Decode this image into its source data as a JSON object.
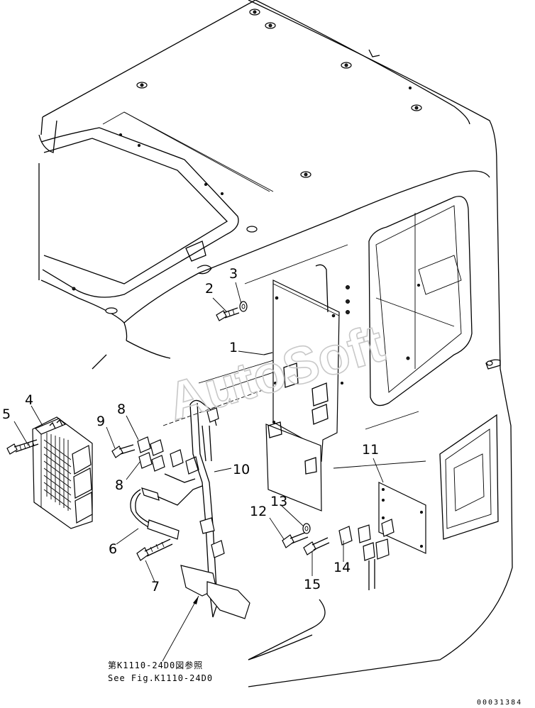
{
  "diagram": {
    "watermark": "AutoSoft",
    "reference_note_jp": "第K1110-24D0図参照",
    "reference_note_en": "See Fig.K1110-24D0",
    "document_id": "00031384",
    "callouts": [
      "1",
      "2",
      "3",
      "4",
      "5",
      "6",
      "7",
      "8",
      "8",
      "9",
      "10",
      "11",
      "12",
      "13",
      "14",
      "15"
    ]
  }
}
